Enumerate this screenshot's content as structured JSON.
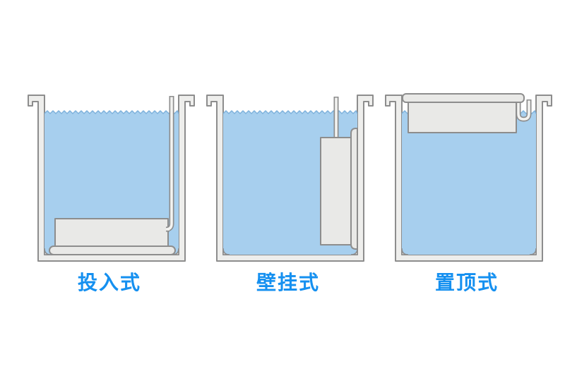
{
  "page": {
    "background": "#ffffff"
  },
  "colors": {
    "water": "#a7cfee",
    "water_edge": "#7fb2dc",
    "wall_fill": "#eeeeec",
    "device_fill": "#e9e9e7",
    "tube_fill": "#f3f3f1",
    "outline": "#8d8d8d",
    "label_blue": "#1590f0"
  },
  "diagrams": [
    {
      "id": "immersion",
      "label": "投入式"
    },
    {
      "id": "wall-mounted",
      "label": "壁挂式"
    },
    {
      "id": "top-mounted",
      "label": "置顶式"
    }
  ]
}
